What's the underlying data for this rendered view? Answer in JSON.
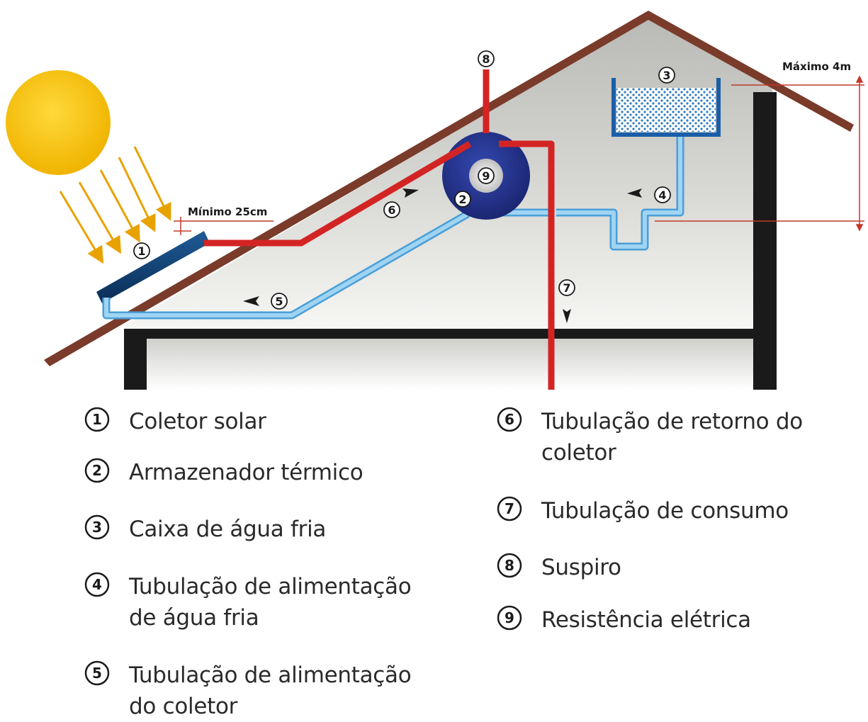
{
  "labels": {
    "minimo": "Mínimo 25cm",
    "maximo": "Máximo 4m"
  },
  "markers": [
    "1",
    "2",
    "3",
    "4",
    "5",
    "6",
    "7",
    "8",
    "9"
  ],
  "legend": [
    {
      "num": "1",
      "text": "Coletor solar"
    },
    {
      "num": "2",
      "text": "Armazenador térmico"
    },
    {
      "num": "3",
      "text": "Caixa de água fria"
    },
    {
      "num": "4",
      "text": "Tubulação de alimentação de água fria"
    },
    {
      "num": "5",
      "text": "Tubulação de alimentação do coletor"
    },
    {
      "num": "6",
      "text": "Tubulação de retorno do coletor"
    },
    {
      "num": "7",
      "text": "Tubulação de consumo"
    },
    {
      "num": "8",
      "text": "Suspiro"
    },
    {
      "num": "9",
      "text": "Resistência elétrica"
    }
  ],
  "colors": {
    "roof": "#7a3b2a",
    "hot_pipe": "#d32424",
    "cold_pipe": "#8ec9ec",
    "tank": "#22318c",
    "sun": "#f5c518",
    "walls": "#1a1a1a",
    "dimension": "#c0392b"
  }
}
